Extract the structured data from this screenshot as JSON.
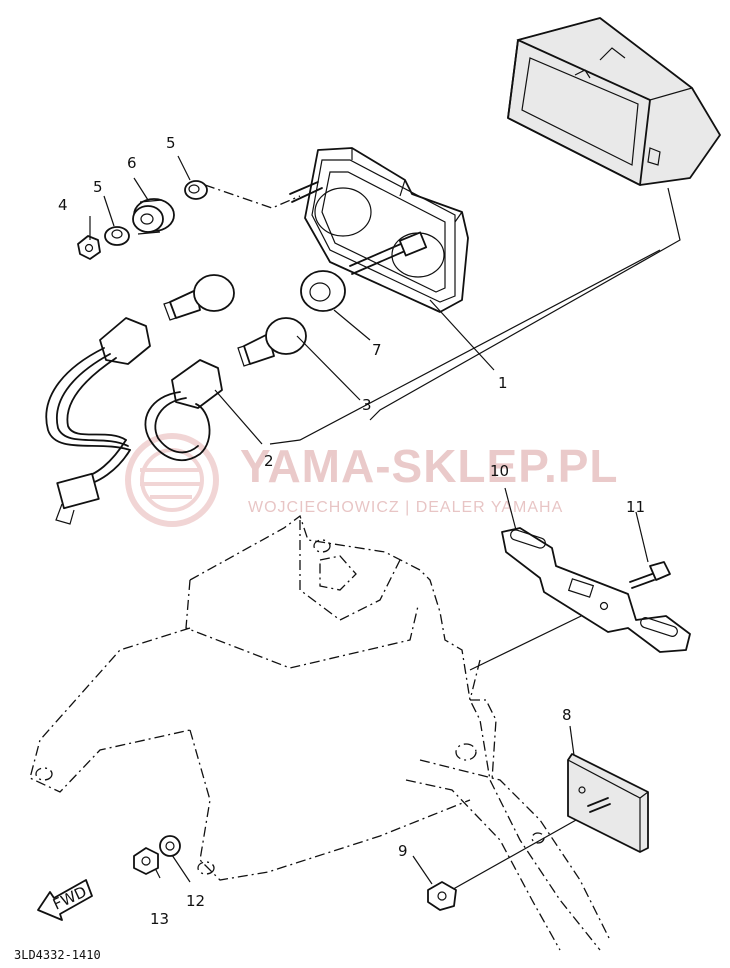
{
  "watermark": {
    "title": "YAMA-SKLEP.PL",
    "subtitle": "WOJCIECHOWICZ | DEALER YAMAHA"
  },
  "callouts": {
    "c1": "1",
    "c2": "2",
    "c3": "3",
    "c4": "4",
    "c5a": "5",
    "c5b": "5",
    "c6": "6",
    "c7": "7",
    "c8": "8",
    "c9": "9",
    "c10": "10",
    "c11": "11",
    "c12": "12",
    "c13": "13"
  },
  "fwd_label": "FWD",
  "diagram_code": "3LD4332-1410",
  "colors": {
    "ink": "#111111",
    "watermark": "#d9a0a0"
  }
}
